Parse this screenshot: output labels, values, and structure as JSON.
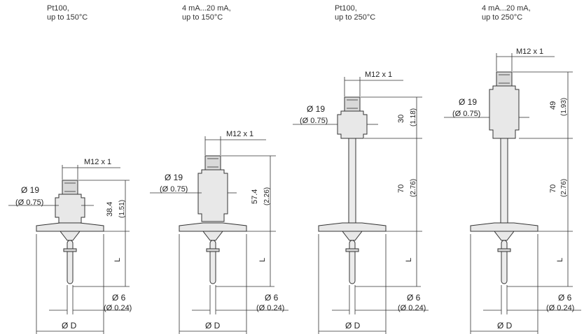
{
  "variants": [
    {
      "caption_1": "Pt100,",
      "caption_2": "up to 150°C",
      "thread": "M12 x 1",
      "dia": "Ø 19",
      "dia_in": "(Ø 0.75)",
      "height": "38.4",
      "height_in": "(1.51)",
      "length": "L",
      "tip_dia": "Ø 6",
      "tip_dia_in": "(Ø 0.24)",
      "flange_dia": "Ø D"
    },
    {
      "caption_1": "4 mA...20 mA,",
      "caption_2": "up to 150°C",
      "thread": "M12 x 1",
      "dia": "Ø 19",
      "dia_in": "(Ø 0.75)",
      "height": "57.4",
      "height_in": "(2.26)",
      "length": "L",
      "tip_dia": "Ø 6",
      "tip_dia_in": "(Ø 0.24)",
      "flange_dia": "Ø D"
    },
    {
      "caption_1": "Pt100,",
      "caption_2": "up to 250°C",
      "thread": "M12 x 1",
      "dia": "Ø 19",
      "dia_in": "(Ø 0.75)",
      "height": "30",
      "height_in": "(1.18)",
      "neck": "70",
      "neck_in": "(2.76)",
      "length": "L",
      "tip_dia": "Ø 6",
      "tip_dia_in": "(Ø 0.24)",
      "flange_dia": "Ø D"
    },
    {
      "caption_1": "4 mA...20 mA,",
      "caption_2": "up to 250°C",
      "thread": "M12 x 1",
      "dia": "Ø 19",
      "dia_in": "(Ø 0.75)",
      "height": "49",
      "height_in": "(1.93)",
      "neck": "70",
      "neck_in": "(2.76)",
      "length": "L",
      "tip_dia": "Ø 6",
      "tip_dia_in": "(Ø 0.24)",
      "flange_dia": "Ø D"
    }
  ]
}
